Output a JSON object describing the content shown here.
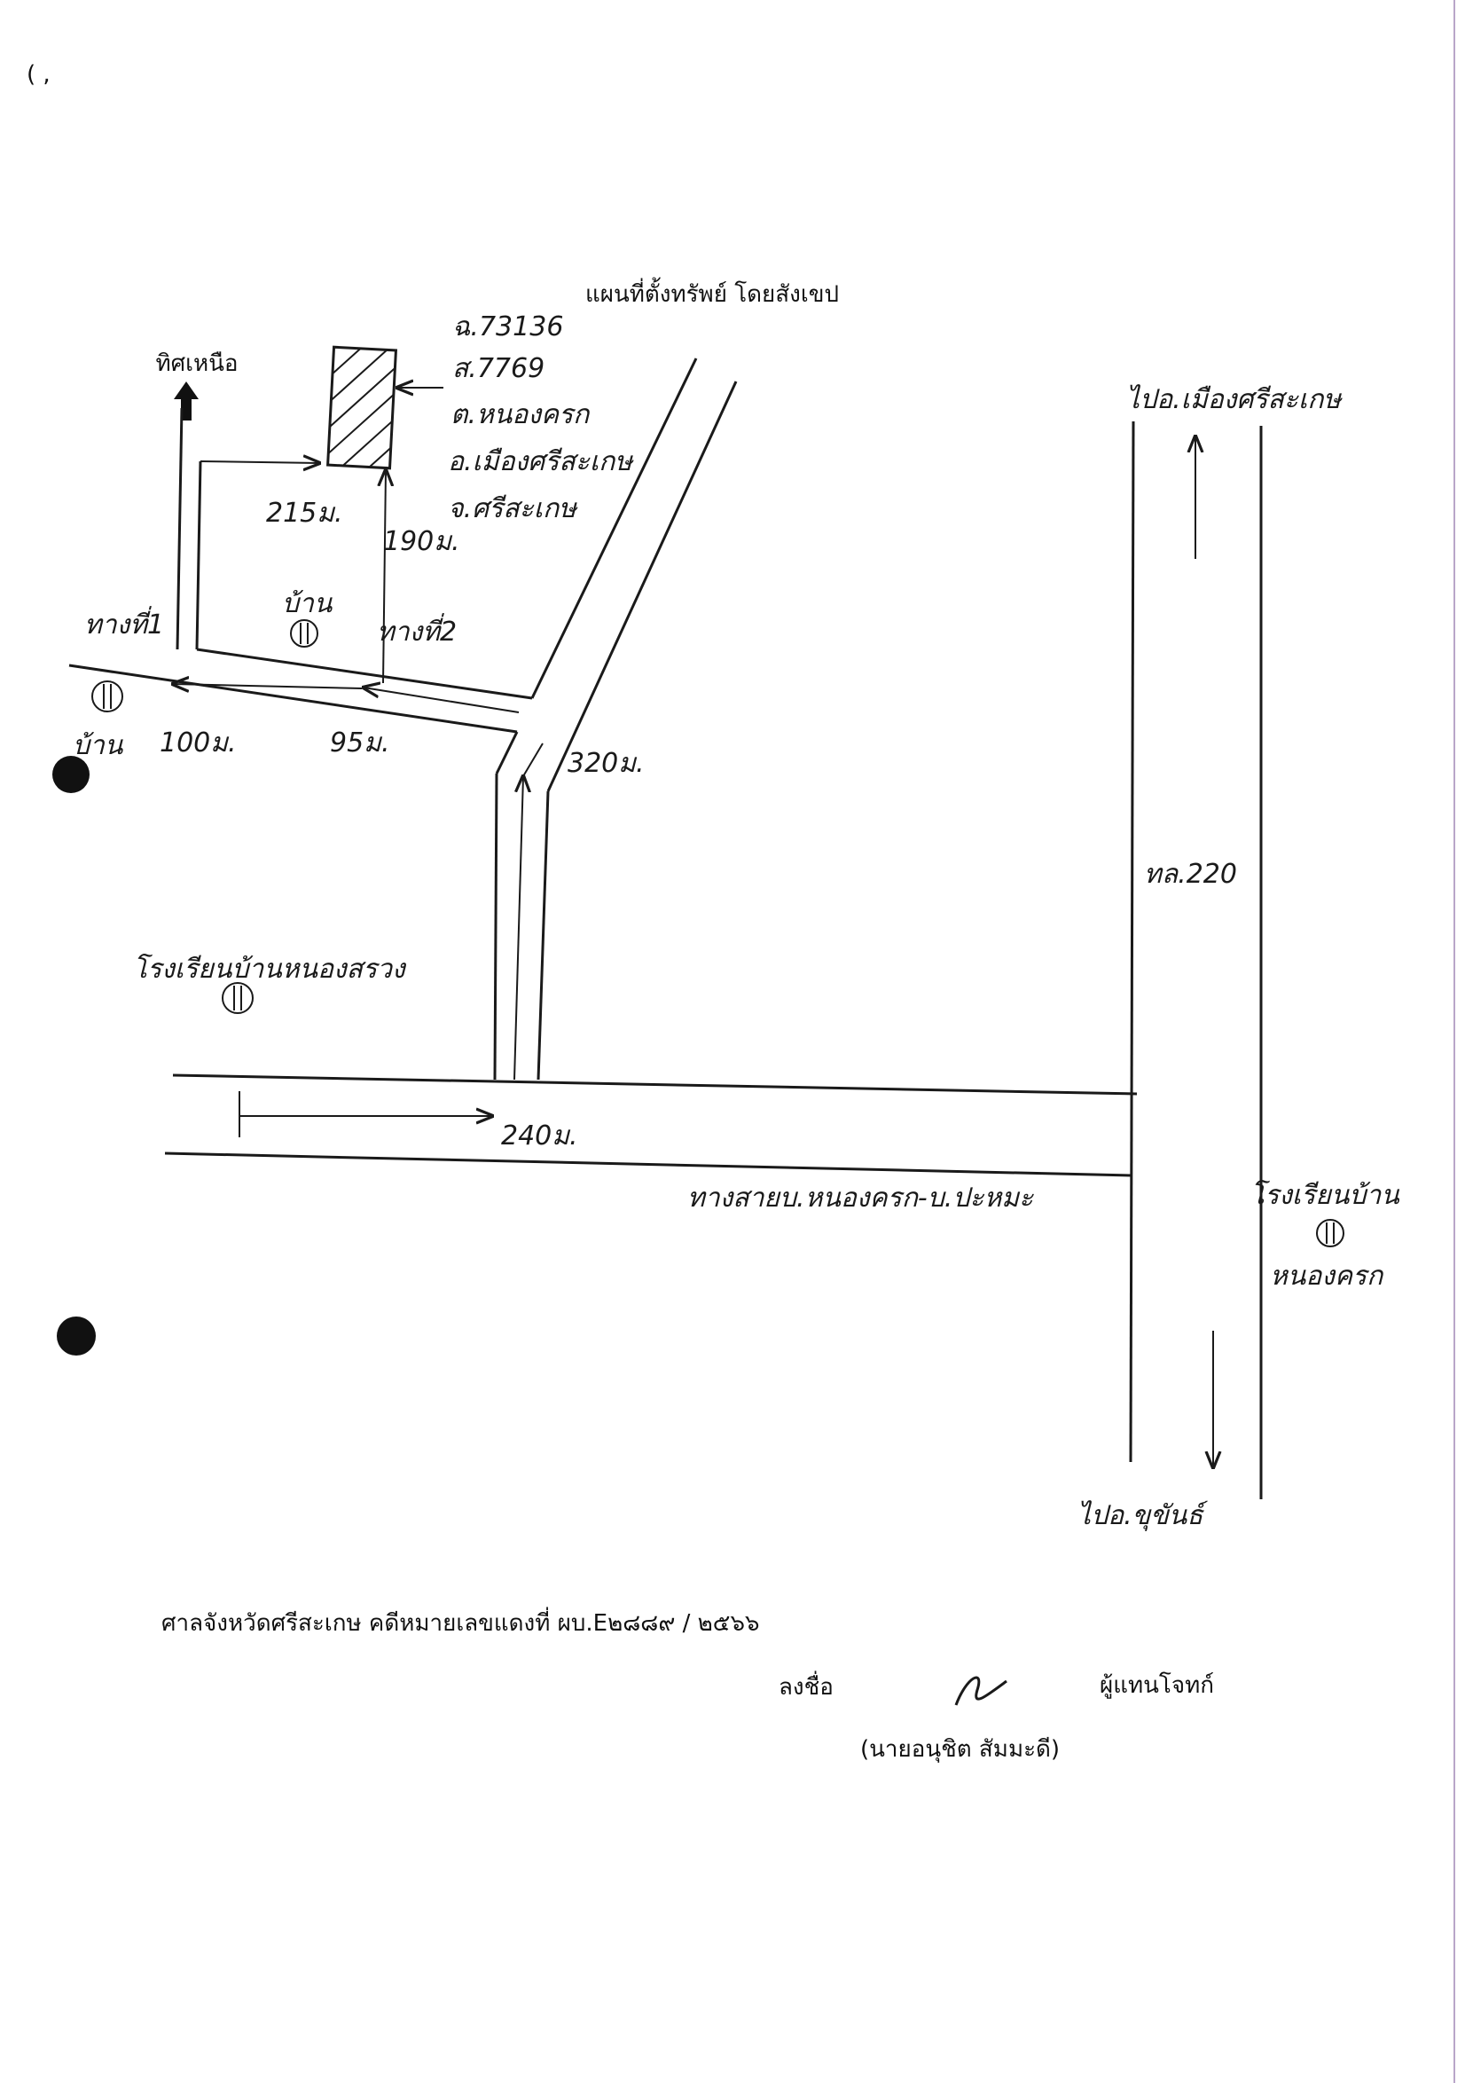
{
  "map": {
    "title": "แผนที่ตั้งทรัพย์ โดยสังเขป",
    "north_label": "ทิศเหนือ",
    "parcel_info": {
      "deed_no": "ฉ.73136",
      "survey_no": "ส.7769",
      "subdistrict": "ต.หนองครก",
      "district": "อ.เมืองศรีสะเกษ",
      "province": "จ.ศรีสะเกษ"
    },
    "roads": {
      "road_1": "ทางที่1",
      "road_2": "ทางที่2",
      "highway": "ทล.220",
      "rural_road": "ทางสายบ.หนองครก-บ.ปะหมะ"
    },
    "distances": {
      "d_215": "215ม.",
      "d_190": "190ม.",
      "d_100": "100ม.",
      "d_95": "95ม.",
      "d_320": "320ม.",
      "d_240": "240ม."
    },
    "places": {
      "house_1": "บ้าน",
      "house_2": "บ้าน",
      "school_1": "โรงเรียนบ้านหนองสรวง",
      "school_2_line1": "โรงเรียนบ้าน",
      "school_2_line2": "หนองครก",
      "to_north": "ไปอ.เมืองศรีสะเกษ",
      "to_south": "ไปอ.ขุขันธ์"
    },
    "colors": {
      "ink": "#1a1a1a",
      "margin_line": "#b9a6c9"
    }
  },
  "footer": {
    "court_line": "ศาลจังหวัดศรีสะเกษ  คดีหมายเลขแดงที่ ผบ.E๒๘๘๙ / ๒๕๖๖",
    "sign_label": "ลงชื่อ",
    "role_label": "ผู้แทนโจทก์",
    "signer_name": "(นายอนุชิต  สัมมะดี)"
  }
}
